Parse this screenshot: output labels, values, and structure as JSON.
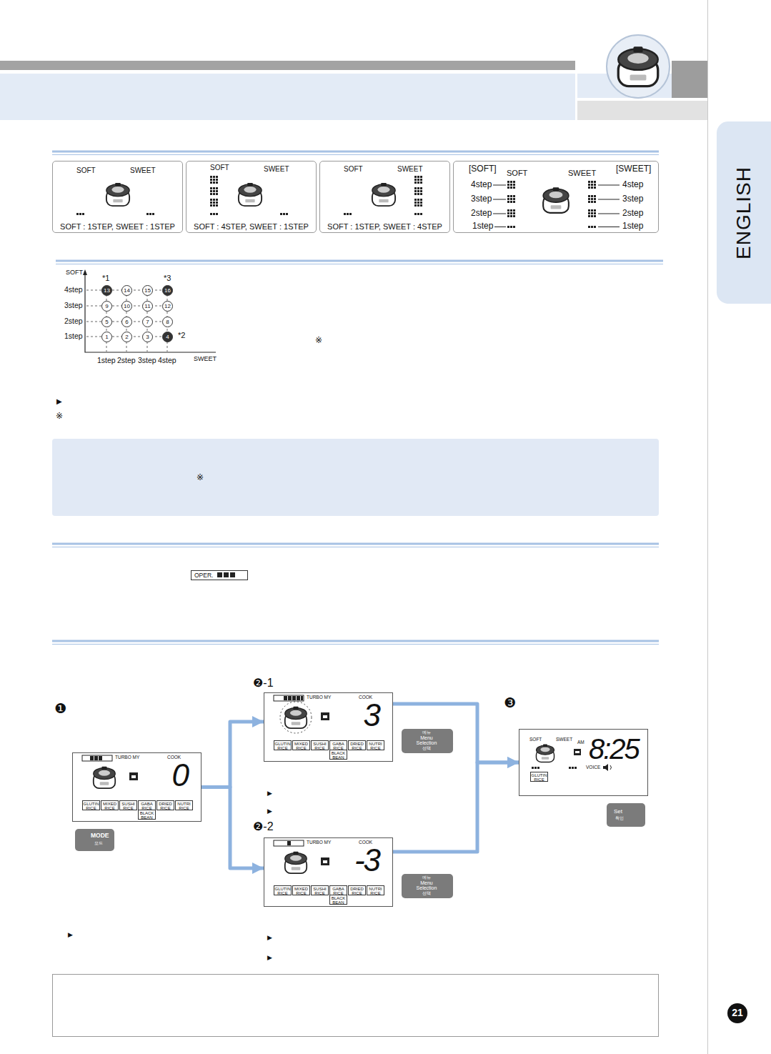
{
  "diagram": {
    "nodes": [
      {
        "text": [
          "SOFT",
          "SWEET",
          "SOFT : 1STEP, SWEET : 1STEP"
        ]
      },
      {
        "text": [
          "SOFT",
          "SWEET",
          "SOFT : 4STEP, SWEET : 1STEP"
        ]
      },
      {
        "text": [
          "SOFT",
          "SWEET",
          "SOFT : 1STEP, SWEET : 4STEP"
        ]
      },
      {
        "text": [
          "[SOFT]",
          "SOFT",
          "SWEET",
          "[SWEET]",
          "4step",
          "3step",
          "2step",
          "1step",
          "4step",
          "3step",
          "2step",
          "1step"
        ]
      },
      {
        "text": [
          "ENGLISH"
        ]
      },
      {
        "text": [
          "13"
        ]
      },
      {
        "text": [
          "14"
        ]
      },
      {
        "text": [
          "15"
        ]
      },
      {
        "text": [
          "16"
        ]
      },
      {
        "text": [
          "9"
        ]
      },
      {
        "text": [
          "10"
        ]
      },
      {
        "text": [
          "11"
        ]
      },
      {
        "text": [
          "12"
        ]
      },
      {
        "text": [
          "5"
        ]
      },
      {
        "text": [
          "6"
        ]
      },
      {
        "text": [
          "7"
        ]
      },
      {
        "text": [
          "8"
        ]
      },
      {
        "text": [
          "1"
        ]
      },
      {
        "text": [
          "2"
        ]
      },
      {
        "text": [
          "3"
        ]
      },
      {
        "text": [
          "4"
        ]
      },
      {
        "text": [
          "※"
        ]
      },
      {
        "text": [
          "OPER."
        ]
      },
      {
        "text": [
          "TURBO MY",
          "COOK",
          "0"
        ]
      },
      {
        "text": [
          "GLUTIN RICE"
        ],
        "in": 23
      },
      {
        "text": [
          "MIXED RICE"
        ],
        "in": 23
      },
      {
        "text": [
          "SUSHI RICE"
        ],
        "in": 23
      },
      {
        "text": [
          "GABA RICE"
        ],
        "in": 23
      },
      {
        "text": [
          "DRIED RICE"
        ],
        "in": 23
      },
      {
        "text": [
          "NUTRI RICE"
        ],
        "in": 23
      },
      {
        "text": [
          "BLACK BEAN"
        ],
        "in": 23
      },
      {
        "text": [
          "MODE",
          "모드"
        ]
      },
      {
        "text": [
          "TURBO MY",
          "COOK",
          "3"
        ]
      },
      {
        "text": [
          "GLUTIN RICE"
        ],
        "in": 32
      },
      {
        "text": [
          "MIXED RICE"
        ],
        "in": 32
      },
      {
        "text": [
          "SUSHI RICE"
        ],
        "in": 32
      },
      {
        "text": [
          "GABA RICE"
        ],
        "in": 32
      },
      {
        "text": [
          "DRIED RICE"
        ],
        "in": 32
      },
      {
        "text": [
          "NUTRI RICE"
        ],
        "in": 32
      },
      {
        "text": [
          "BLACK BEAN"
        ],
        "in": 32
      },
      {
        "text": [
          "메뉴",
          "Menu Selection",
          "선택"
        ]
      },
      {
        "text": [
          "TURBO MY",
          "COOK",
          "-3"
        ]
      },
      {
        "text": [
          "GLUTIN RICE"
        ],
        "in": 41
      },
      {
        "text": [
          "MIXED RICE"
        ],
        "in": 41
      },
      {
        "text": [
          "SUSHI RICE"
        ],
        "in": 41
      },
      {
        "text": [
          "GABA RICE"
        ],
        "in": 41
      },
      {
        "text": [
          "DRIED RICE"
        ],
        "in": 41
      },
      {
        "text": [
          "NUTRI RICE"
        ],
        "in": 41
      },
      {
        "text": [
          "BLACK BEAN"
        ],
        "in": 41
      },
      {
        "text": [
          "메뉴",
          "Menu Selection",
          "선택"
        ]
      },
      {
        "text": [
          "SOFT",
          "SWEET",
          "AM",
          "8:25",
          "VOICE"
        ]
      },
      {
        "text": [
          "GLUTIN RICE"
        ],
        "in": 50
      },
      {
        "text": [
          "Set",
          "확인"
        ]
      },
      {
        "text": [
          "21"
        ]
      }
    ],
    "edges": [
      {
        "from": 23,
        "to": 32,
        "arrow": "to"
      },
      {
        "from": 23,
        "to": 41,
        "arrow": "to"
      },
      {
        "from": 32,
        "to": 50,
        "arrow": "to"
      },
      {
        "from": 41,
        "to": 50,
        "arrow": "to"
      }
    ],
    "labels": [
      "SOFT",
      "*1",
      "*3",
      "4step",
      "3step",
      "2step",
      "1step",
      "*2",
      "※",
      "1step",
      "2step",
      "3step",
      "4step",
      "SWEET",
      "▶",
      "※",
      "❶",
      "❷-1",
      "❸",
      "▶",
      "▶",
      "❷-2",
      "▶",
      "▶",
      "▶"
    ]
  }
}
